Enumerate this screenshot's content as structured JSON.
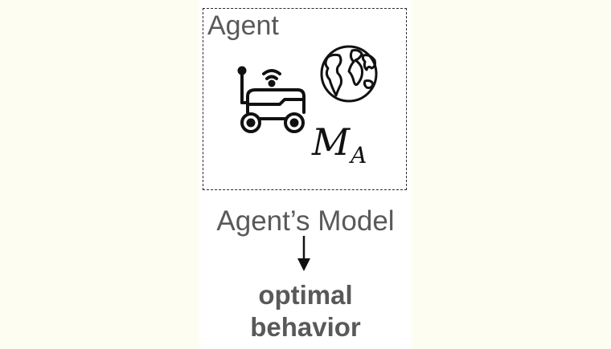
{
  "agent_box": {
    "label": "Agent"
  },
  "icons": {
    "robot": "robot-rover-icon",
    "globe": "globe-icon"
  },
  "model_symbol": {
    "main": "M",
    "subscript": "A"
  },
  "caption": "Agent’s Model",
  "result": {
    "line1": "optimal",
    "line2": "behavior"
  },
  "colors": {
    "background": "#fdfdf2",
    "text_gray": "#595959",
    "ink": "#111111"
  }
}
